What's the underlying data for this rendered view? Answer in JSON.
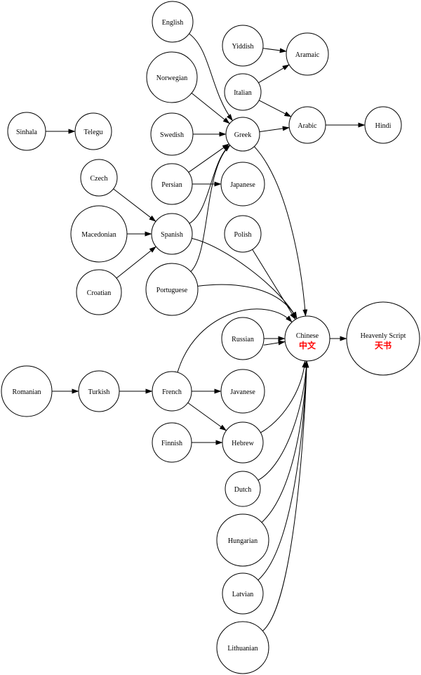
{
  "diagram": {
    "accent_color": "#ff0000",
    "nodes": [
      {
        "id": "english",
        "label": "English"
      },
      {
        "id": "yiddish",
        "label": "Yiddish"
      },
      {
        "id": "aramaic",
        "label": "Aramaic"
      },
      {
        "id": "norwegian",
        "label": "Norwegian"
      },
      {
        "id": "italian",
        "label": "Italian"
      },
      {
        "id": "sinhala",
        "label": "Sinhala"
      },
      {
        "id": "telegu",
        "label": "Telegu"
      },
      {
        "id": "swedish",
        "label": "Swedish"
      },
      {
        "id": "greek",
        "label": "Greek"
      },
      {
        "id": "arabic",
        "label": "Arabic"
      },
      {
        "id": "hindi",
        "label": "Hindi"
      },
      {
        "id": "czech",
        "label": "Czech"
      },
      {
        "id": "persian",
        "label": "Persian"
      },
      {
        "id": "japanese",
        "label": "Japanese"
      },
      {
        "id": "macedonian",
        "label": "Macedonian"
      },
      {
        "id": "spanish",
        "label": "Spanish"
      },
      {
        "id": "polish",
        "label": "Polish"
      },
      {
        "id": "croatian",
        "label": "Croatian"
      },
      {
        "id": "portuguese",
        "label": "Portuguese"
      },
      {
        "id": "chinese",
        "label": "Chinese",
        "sublabel": "中文"
      },
      {
        "id": "heavenly",
        "label": "Heavenly Script",
        "sublabel": "天书"
      },
      {
        "id": "russian",
        "label": "Russian"
      },
      {
        "id": "romanian",
        "label": "Romanian"
      },
      {
        "id": "turkish",
        "label": "Turkish"
      },
      {
        "id": "french",
        "label": "French"
      },
      {
        "id": "javanese",
        "label": "Javanese"
      },
      {
        "id": "finnish",
        "label": "Finnish"
      },
      {
        "id": "hebrew",
        "label": "Hebrew"
      },
      {
        "id": "dutch",
        "label": "Dutch"
      },
      {
        "id": "hungarian",
        "label": "Hungarian"
      },
      {
        "id": "latvian",
        "label": "Latvian"
      },
      {
        "id": "lithuanian",
        "label": "Lithuanian"
      }
    ],
    "edges": [
      {
        "from": "english",
        "to": "greek"
      },
      {
        "from": "norwegian",
        "to": "greek"
      },
      {
        "from": "swedish",
        "to": "greek"
      },
      {
        "from": "persian",
        "to": "greek"
      },
      {
        "from": "spanish",
        "to": "greek"
      },
      {
        "from": "portuguese",
        "to": "greek"
      },
      {
        "from": "yiddish",
        "to": "aramaic"
      },
      {
        "from": "italian",
        "to": "aramaic"
      },
      {
        "from": "italian",
        "to": "arabic"
      },
      {
        "from": "greek",
        "to": "arabic"
      },
      {
        "from": "arabic",
        "to": "hindi"
      },
      {
        "from": "sinhala",
        "to": "telegu"
      },
      {
        "from": "persian",
        "to": "japanese"
      },
      {
        "from": "czech",
        "to": "spanish"
      },
      {
        "from": "macedonian",
        "to": "spanish"
      },
      {
        "from": "croatian",
        "to": "spanish"
      },
      {
        "from": "greek",
        "to": "chinese"
      },
      {
        "from": "spanish",
        "to": "chinese"
      },
      {
        "from": "polish",
        "to": "chinese"
      },
      {
        "from": "portuguese",
        "to": "chinese"
      },
      {
        "from": "french",
        "to": "chinese"
      },
      {
        "from": "russian",
        "to": "chinese"
      },
      {
        "from": "russian",
        "to": "chinese"
      },
      {
        "from": "hebrew",
        "to": "chinese"
      },
      {
        "from": "dutch",
        "to": "chinese"
      },
      {
        "from": "hungarian",
        "to": "chinese"
      },
      {
        "from": "latvian",
        "to": "chinese"
      },
      {
        "from": "lithuanian",
        "to": "chinese"
      },
      {
        "from": "chinese",
        "to": "heavenly"
      },
      {
        "from": "romanian",
        "to": "turkish"
      },
      {
        "from": "turkish",
        "to": "french"
      },
      {
        "from": "french",
        "to": "javanese"
      },
      {
        "from": "french",
        "to": "hebrew"
      },
      {
        "from": "finnish",
        "to": "hebrew"
      }
    ]
  }
}
